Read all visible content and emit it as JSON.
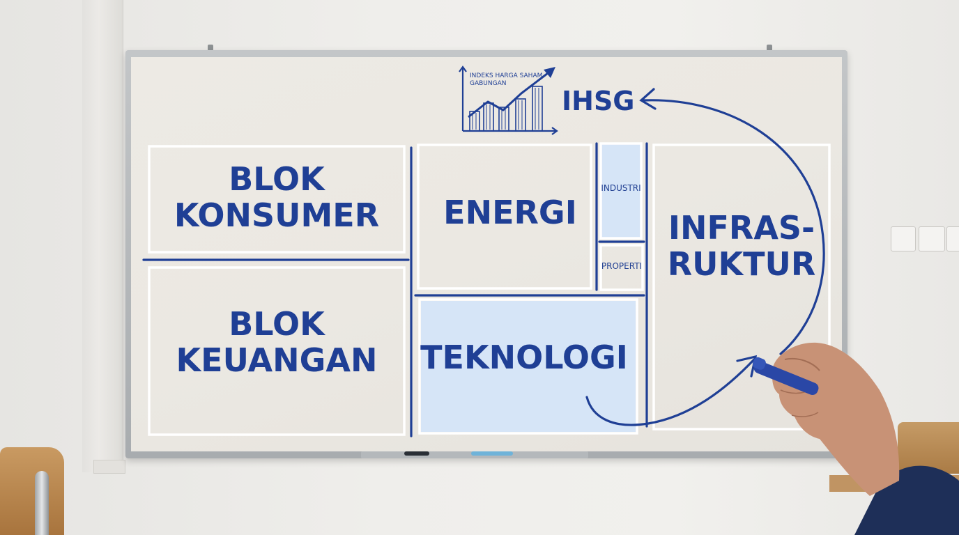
{
  "chart_caption": {
    "line1": "INDEKS HARGA SAHAM",
    "line2": "GABUNGAN"
  },
  "index_label": "IHSG",
  "blocks": {
    "konsumer": {
      "line1": "BLOK",
      "line2": "KONSUMER"
    },
    "keuangan": {
      "line1": "BLOK",
      "line2": "KEUANGAN"
    },
    "energi": "ENERGI",
    "industri": "INDUSTRI",
    "properti": "PROPERTI",
    "teknologi": "TEKNOLOGI",
    "infrastruktur": {
      "line1": "INFRAS-",
      "line2": "RUKTUR"
    }
  },
  "colors": {
    "ink": "#1f3f95",
    "highlight_fill": "#d6e5f7",
    "chalk_outline": "#ffffff",
    "board": "#ebe8e2"
  },
  "icons": {
    "chart": "rising-bar-chart-icon",
    "arrow": "curved-arrow-icon"
  }
}
